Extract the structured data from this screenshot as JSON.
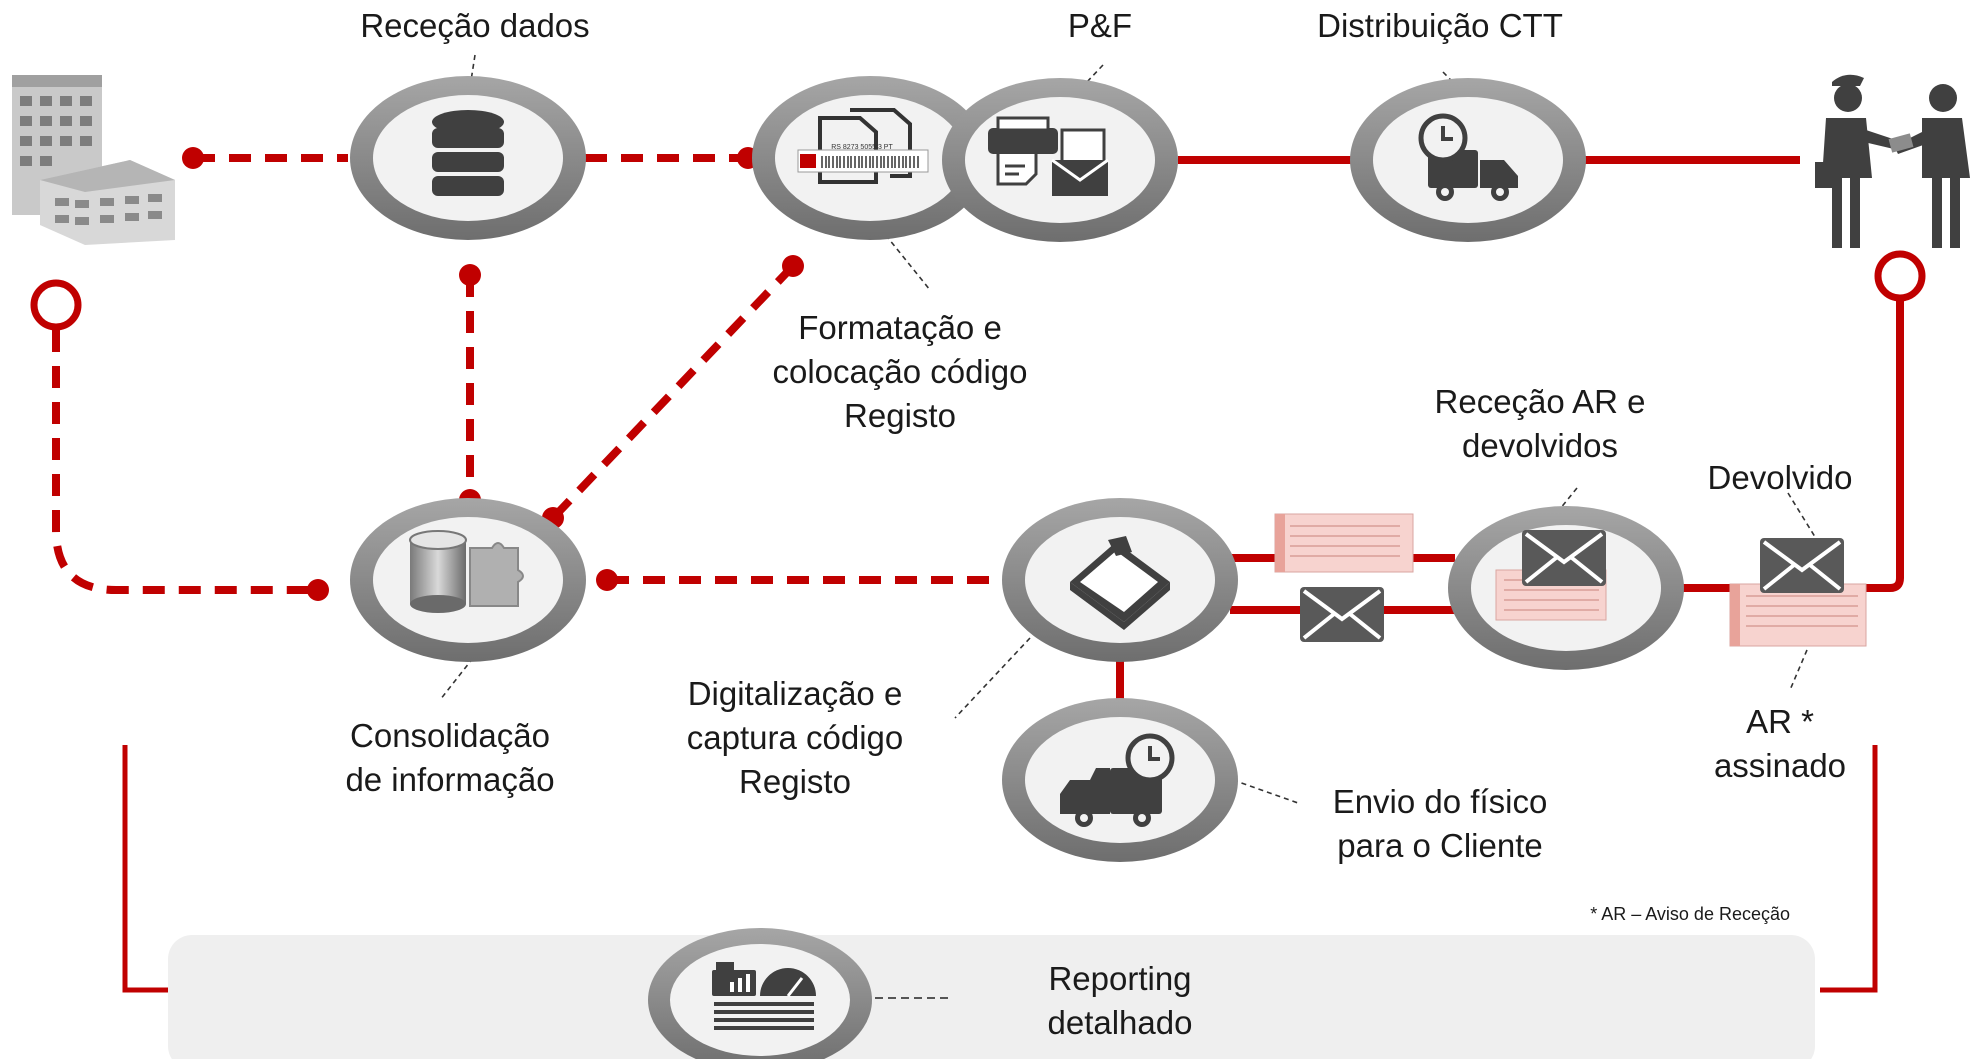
{
  "labels": {
    "rececao_dados": "Receção dados",
    "pf": "P&F",
    "distribuicao": "Distribuição CTT",
    "formatacao": [
      "Formatação e",
      "colocação código",
      "Registo"
    ],
    "rececao_ar": [
      "Receção AR e",
      "devolvidos"
    ],
    "devolvido": "Devolvido",
    "consolidacao": [
      "Consolidação",
      "de informação"
    ],
    "digitalizacao": [
      "Digitalização e",
      "captura código",
      "Registo"
    ],
    "ar_assinado": [
      "AR *",
      "assinado"
    ],
    "envio": [
      "Envio do físico",
      "para o Cliente"
    ],
    "footnote": "* AR – Aviso de Receção",
    "reporting": [
      "Reporting",
      "detalhado"
    ]
  },
  "barcode_text": "RS 8273 5055 3 PT",
  "colors": {
    "accent": "#c00000",
    "node_ring": "#8c8c8c",
    "node_fill": "#f2f2f2",
    "icon": "#404040",
    "panel": "#efefef"
  },
  "icons": [
    "building-icon",
    "database-icon",
    "document-barcode-icon",
    "printer-envelope-icon",
    "delivery-truck-clock-icon",
    "courier-handover-icon",
    "database-puzzle-icon",
    "scanner-icon",
    "envelope-icon",
    "report-gauge-icon"
  ]
}
